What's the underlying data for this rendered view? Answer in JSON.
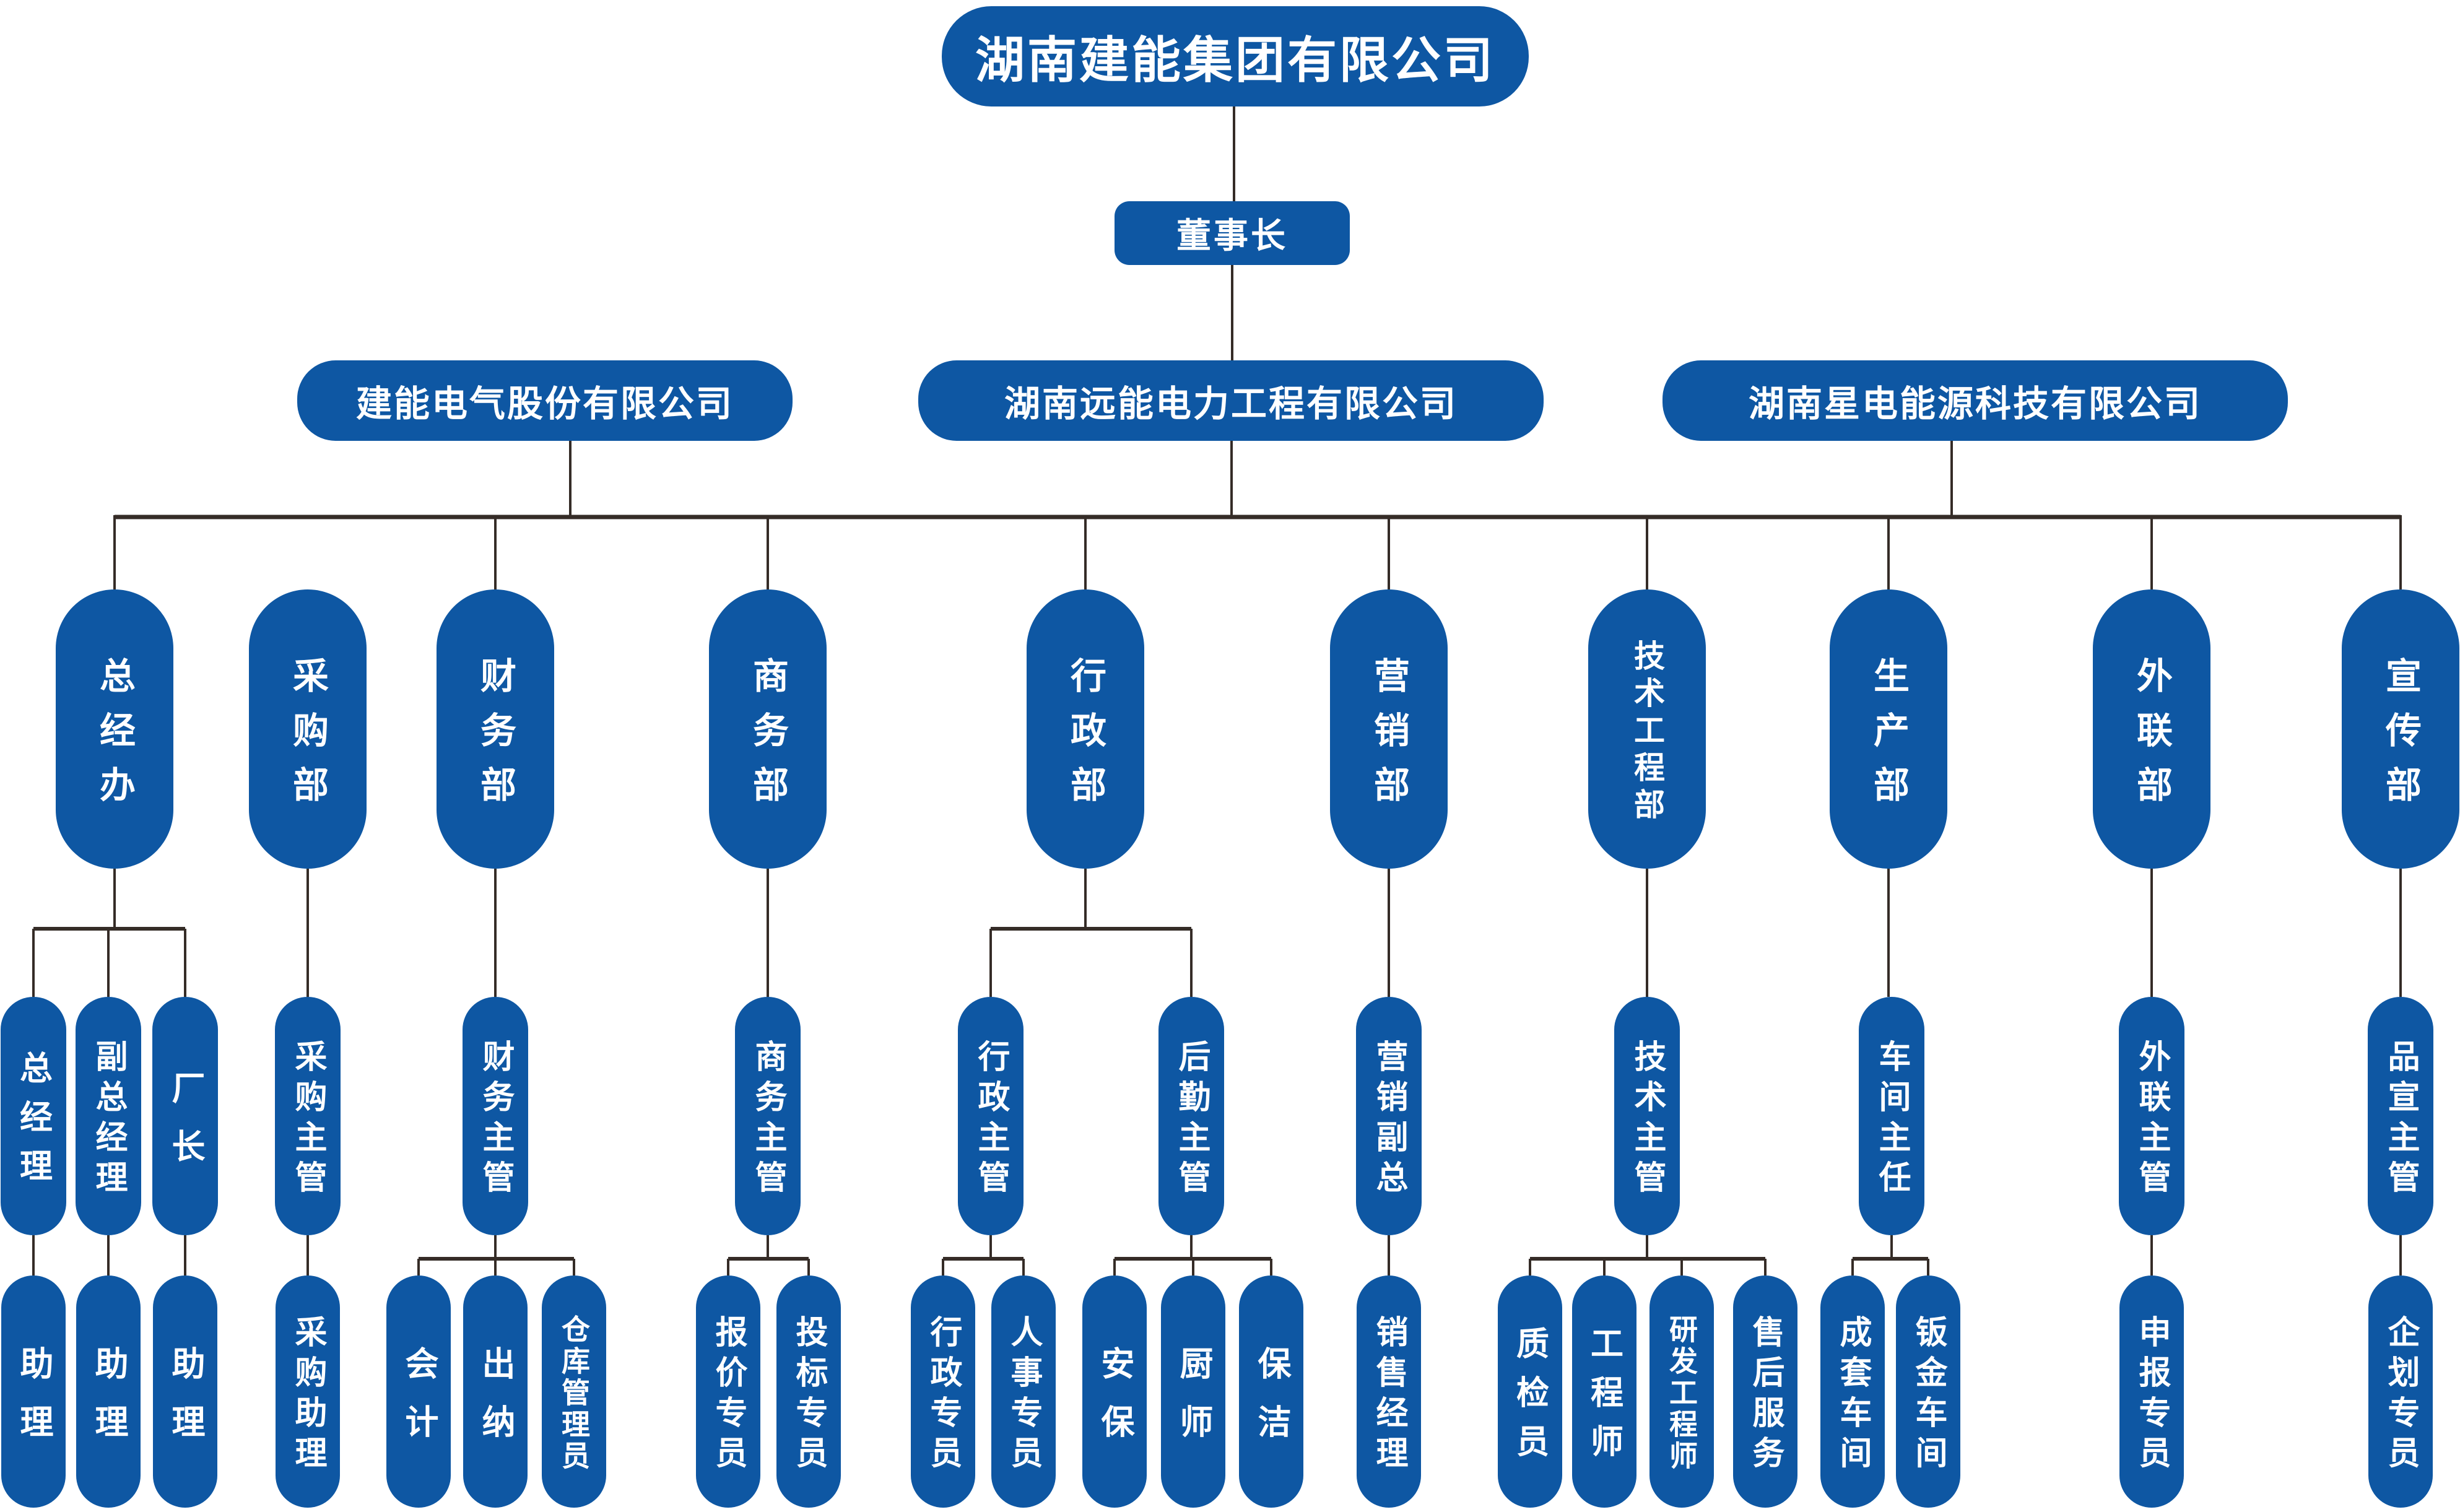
{
  "org_chart": {
    "root": {
      "label": "湖南建能集团有限公司"
    },
    "chairman": {
      "label": "董事长"
    },
    "companies": [
      "建能电气股份有限公司",
      "湖南远能电力工程有限公司",
      "湖南星电能源科技有限公司"
    ],
    "departments": [
      "总经办",
      "采购部",
      "财务部",
      "商务部",
      "行政部",
      "营销部",
      "技术工程部",
      "生产部",
      "外联部",
      "宣传部"
    ],
    "managers": [
      "总经理",
      "副总经理",
      "厂长",
      "采购主管",
      "财务主管",
      "商务主管",
      "行政主管",
      "后勤主管",
      "营销副总",
      "技术主管",
      "车间主任",
      "外联主管",
      "品宣主管"
    ],
    "staff": [
      "助理",
      "助理",
      "助理",
      "采购助理",
      "会计",
      "出纳",
      "仓库管理员",
      "报价专员",
      "投标专员",
      "行政专员",
      "人事专员",
      "安保",
      "厨师",
      "保洁",
      "销售经理",
      "质检员",
      "工程师",
      "研发工程师",
      "售后服务",
      "成套车间",
      "钣金车间",
      "申报专员",
      "企划专员"
    ],
    "colors": {
      "node_fill": "#0E57A3",
      "node_text": "#FFFFFF",
      "connector": "#352C27"
    }
  }
}
